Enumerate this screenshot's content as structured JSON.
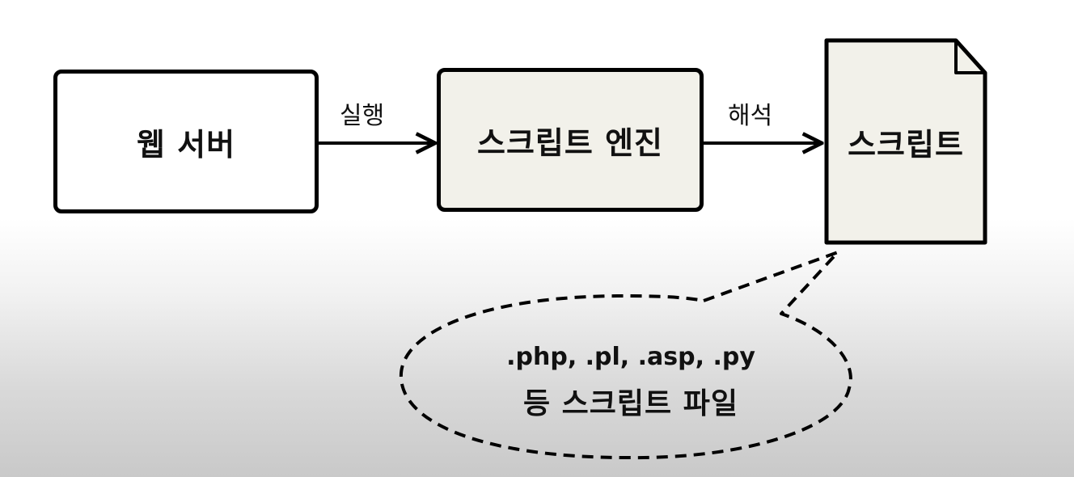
{
  "nodes": {
    "web_server": "웹 서버",
    "script_engine": "스크립트 엔진",
    "script": "스크립트"
  },
  "edges": {
    "execute": "실행",
    "interpret": "해석"
  },
  "callout": {
    "line1": ".php, .pl, .asp, .py",
    "line2": "등 스크립트 파일"
  }
}
